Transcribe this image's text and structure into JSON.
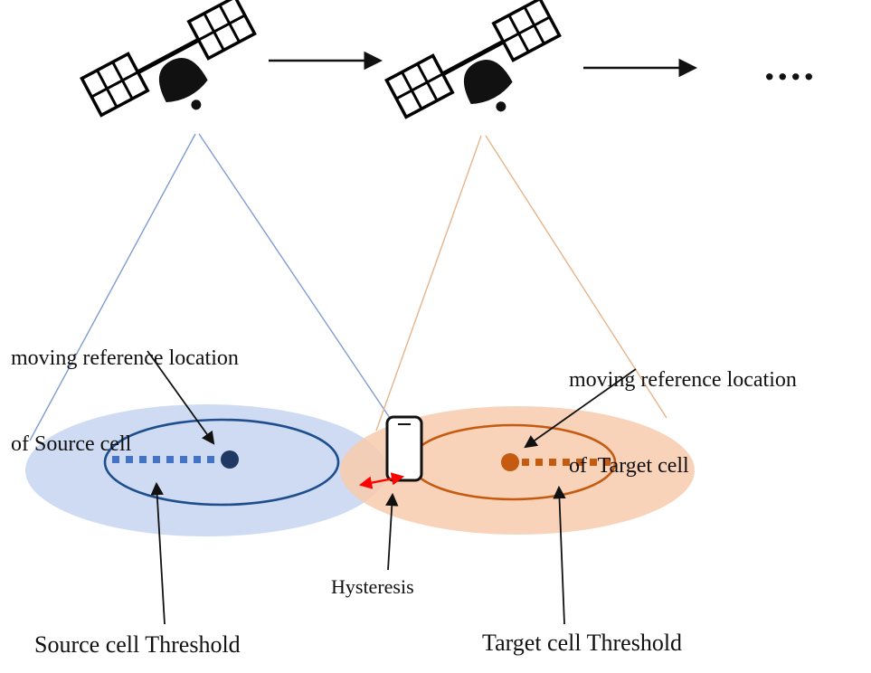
{
  "diagram": {
    "title": "LEO satellite handover: source and target cell coverage with moving reference locations",
    "labels": {
      "source_ref_line1": "moving reference location",
      "source_ref_line2": "of Source cell",
      "target_ref_line1": "moving reference location",
      "target_ref_line2": "of  Target cell",
      "hysteresis": "Hysteresis",
      "source_threshold": "Source cell Threshold",
      "target_threshold": "Target cell Threshold",
      "continuation_dots": "...."
    },
    "colors": {
      "source_fill": "#c6d5f0",
      "source_stroke": "#1f4e8c",
      "source_dot": "#1f3864",
      "source_dash": "#4472c4",
      "target_fill": "#f8cbad",
      "target_stroke": "#c55a11",
      "beam_source": "#7f9ed0",
      "beam_target": "#e6b48c",
      "hysteresis_arrow": "#ff0000"
    }
  }
}
